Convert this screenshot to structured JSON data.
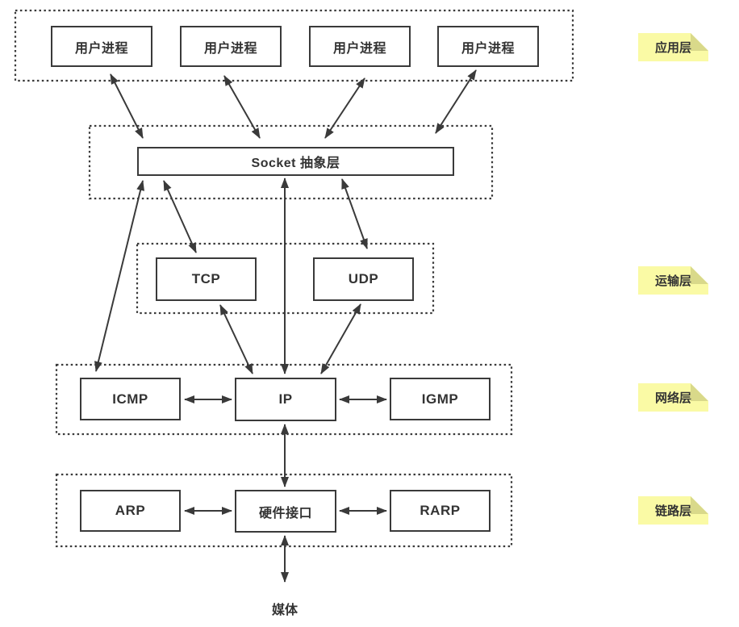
{
  "diagram": {
    "description": "TCP/IP protocol stack layers diagram",
    "nodes": {
      "user_process_1": "用户进程",
      "user_process_2": "用户进程",
      "user_process_3": "用户进程",
      "user_process_4": "用户进程",
      "socket": "Socket 抽象层",
      "tcp": "TCP",
      "udp": "UDP",
      "icmp": "ICMP",
      "ip": "IP",
      "igmp": "IGMP",
      "arp": "ARP",
      "hardware_interface": "硬件接口",
      "rarp": "RARP",
      "media": "媒体"
    },
    "layer_labels": {
      "application": "应用层",
      "transport": "运输层",
      "network": "网络层",
      "link": "链路层"
    },
    "connections": [
      {
        "from": "user_process_1",
        "to": "socket",
        "bidirectional": true
      },
      {
        "from": "user_process_2",
        "to": "socket",
        "bidirectional": true
      },
      {
        "from": "user_process_3",
        "to": "socket",
        "bidirectional": true
      },
      {
        "from": "user_process_4",
        "to": "socket",
        "bidirectional": true
      },
      {
        "from": "socket",
        "to": "icmp",
        "bidirectional": true
      },
      {
        "from": "socket",
        "to": "tcp",
        "bidirectional": true
      },
      {
        "from": "socket",
        "to": "ip",
        "bidirectional": true
      },
      {
        "from": "socket",
        "to": "udp",
        "bidirectional": true
      },
      {
        "from": "tcp",
        "to": "ip",
        "bidirectional": true
      },
      {
        "from": "udp",
        "to": "ip",
        "bidirectional": true
      },
      {
        "from": "icmp",
        "to": "ip",
        "bidirectional": true
      },
      {
        "from": "ip",
        "to": "igmp",
        "bidirectional": true
      },
      {
        "from": "ip",
        "to": "hardware_interface",
        "bidirectional": true
      },
      {
        "from": "arp",
        "to": "hardware_interface",
        "bidirectional": true
      },
      {
        "from": "hardware_interface",
        "to": "rarp",
        "bidirectional": true
      },
      {
        "from": "hardware_interface",
        "to": "media",
        "bidirectional": true
      }
    ],
    "colors": {
      "background": "#ffffff",
      "line": "#3a3a3a",
      "box_border": "#3a3a3a",
      "text": "#333333",
      "note_fill": "#fafaa5",
      "note_fold": "#d9d98a"
    }
  }
}
